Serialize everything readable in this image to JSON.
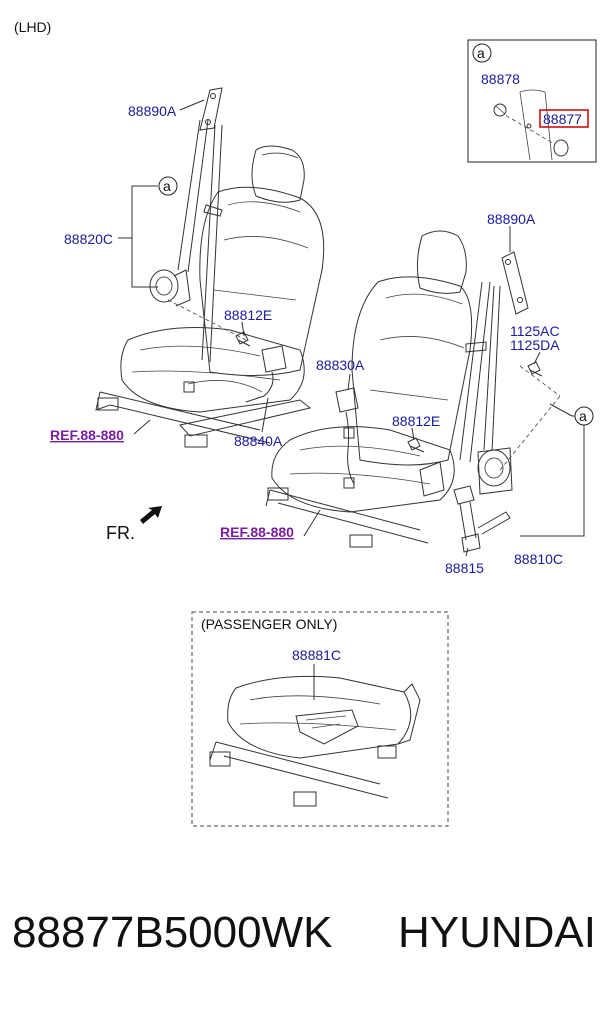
{
  "header": {
    "variant": "(LHD)"
  },
  "detail_box": {
    "marker": "a",
    "labels": {
      "part_a": "88878",
      "part_b": "88877"
    },
    "highlight_color": "#cc0000"
  },
  "main_labels": {
    "upper_anchor_left": "88890A",
    "retractor_left": "88820C",
    "marker_left": "a",
    "bolt_left": "88812E",
    "buckle_left": "88840A",
    "ref_left": "REF.88-880",
    "buckle_right": "88830A",
    "bolt_right": "88812E",
    "upper_anchor_right": "88890A",
    "bolt_code_1": "1125AC",
    "bolt_code_2": "1125DA",
    "marker_right": "a",
    "pretensioner": "88815",
    "retractor_right": "88810C",
    "ref_right": "REF.88-880",
    "front": "FR."
  },
  "passenger_box": {
    "title": "(PASSENGER ONLY)",
    "part": "88881C"
  },
  "footer": {
    "part_number": "88877B5000WK",
    "brand": "HYUNDAI"
  },
  "colors": {
    "label_blue": "#1a1aa0",
    "ref_purple": "#7a1fa0"
  }
}
